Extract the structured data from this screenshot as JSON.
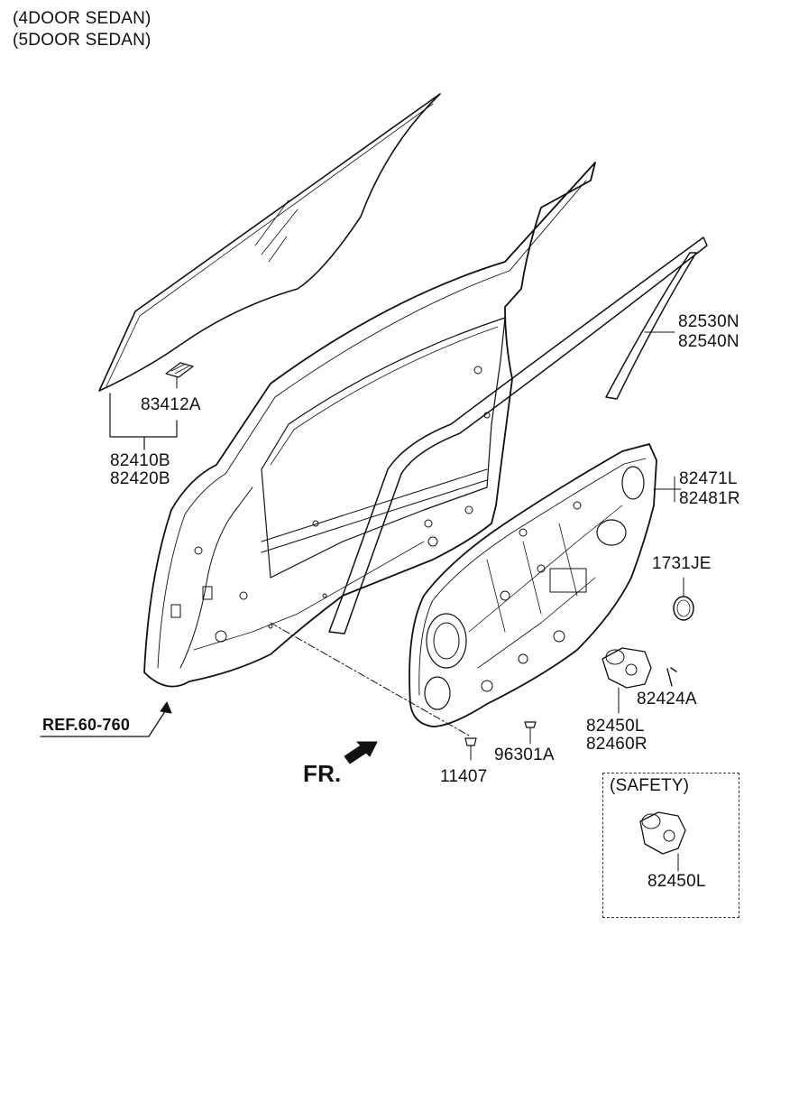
{
  "header": {
    "variant_1": "(4DOOR SEDAN)",
    "variant_2": "(5DOOR SEDAN)"
  },
  "parts": {
    "p83412A": "83412A",
    "p82410B": "82410B",
    "p82420B": "82420B",
    "p82530N": "82530N",
    "p82540N": "82540N",
    "p82471L": "82471L",
    "p82481R": "82481R",
    "p1731JE": "1731JE",
    "p82424A": "82424A",
    "p82450L": "82450L",
    "p82460R": "82460R",
    "p96301A": "96301A",
    "p11407": "11407"
  },
  "ref_label": "REF.60-760",
  "front_label": "FR.",
  "safety": {
    "title": "(SAFETY)",
    "part": "82450L"
  }
}
